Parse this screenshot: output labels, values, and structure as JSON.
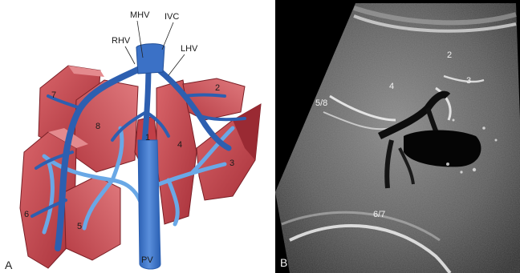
{
  "panel_a": {
    "letter": "A",
    "vessels": {
      "mhv": "MHV",
      "ivc": "IVC",
      "rhv": "RHV",
      "lhv": "LHV",
      "pv": "PV"
    },
    "segments": {
      "s1": "1",
      "s2": "2",
      "s3": "3",
      "s4": "4",
      "s5": "5",
      "s6": "6",
      "s7": "7",
      "s8": "8"
    }
  },
  "panel_b": {
    "letter": "B",
    "segments": {
      "s2": "2",
      "s3": "3",
      "s4": "4",
      "s58": "5/8",
      "s67": "6/7"
    }
  },
  "colors": {
    "segment_red": "#c8454c",
    "vein_blue": "#3d72c4",
    "portal_blue": "#5fa0e0"
  }
}
